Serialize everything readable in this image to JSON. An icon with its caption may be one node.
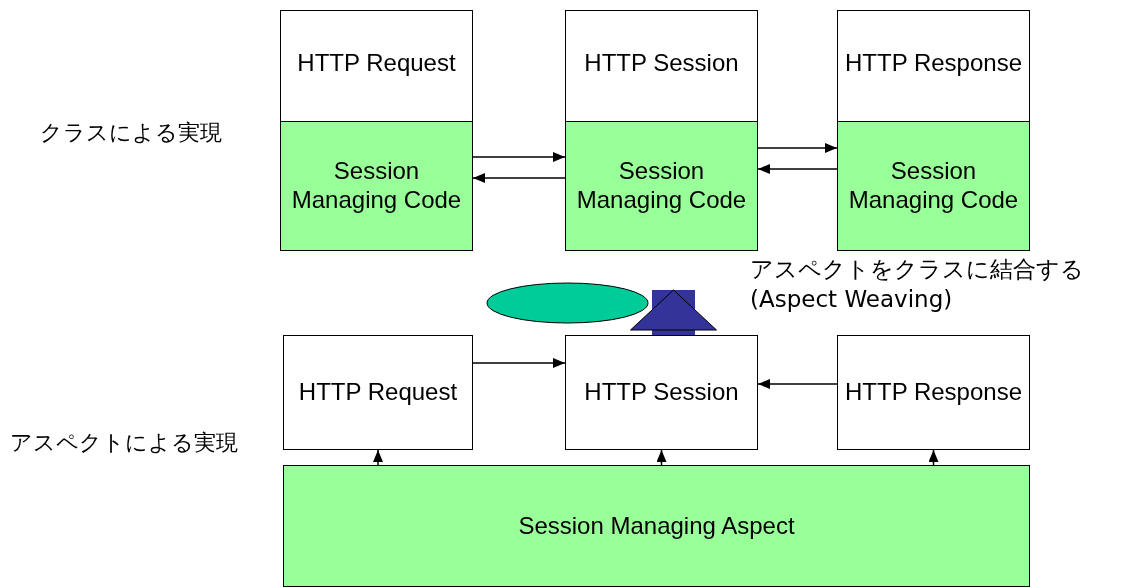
{
  "diagram": {
    "nodes": [
      {
        "text": [
          "HTTP Request"
        ]
      },
      {
        "text": [
          "Session Managing Code"
        ],
        "in": 0
      },
      {
        "text": [
          "HTTP Session"
        ]
      },
      {
        "text": [
          "Session Managing Code"
        ],
        "in": 2
      },
      {
        "text": [
          "HTTP Response"
        ]
      },
      {
        "text": [
          "Session Managing Code"
        ],
        "in": 4
      },
      {
        "text": [],
        "shape": "ellipse"
      },
      {
        "text": [
          "HTTP Request"
        ]
      },
      {
        "text": [
          "HTTP Session"
        ]
      },
      {
        "text": [
          "HTTP Response"
        ]
      },
      {
        "text": [
          "Session Managing Aspect"
        ]
      }
    ],
    "edges": [
      {
        "from": 1,
        "to": 3,
        "arrow": "to"
      },
      {
        "from": 3,
        "to": 1,
        "arrow": "to"
      },
      {
        "from": 3,
        "to": 5,
        "arrow": "to"
      },
      {
        "from": 5,
        "to": 3,
        "arrow": "to"
      },
      {
        "from": 8,
        "to": 3,
        "arrow": "to",
        "label": "アスペクトをクラスに結合する (Aspect Weaving)",
        "style": "thick",
        "color": "#333399"
      },
      {
        "from": 7,
        "to": 8,
        "arrow": "to"
      },
      {
        "from": 9,
        "to": 8,
        "arrow": "to"
      },
      {
        "from": 10,
        "to": 7,
        "arrow": "to"
      },
      {
        "from": 10,
        "to": 8,
        "arrow": "to"
      },
      {
        "from": 10,
        "to": 9,
        "arrow": "to"
      }
    ],
    "labels": [
      "クラスによる実現",
      "アスペクトによる実現"
    ]
  }
}
